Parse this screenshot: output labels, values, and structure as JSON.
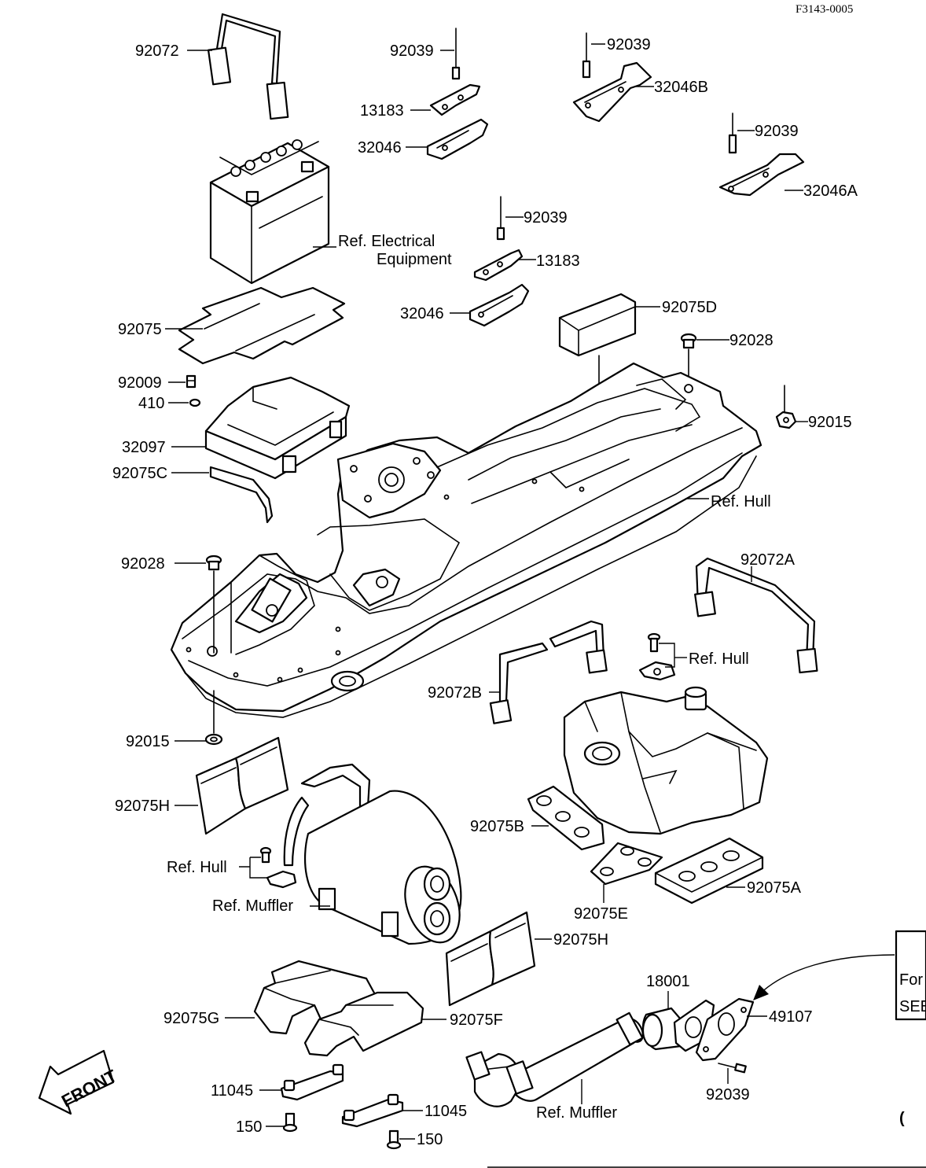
{
  "figure_code": "F3143-0005",
  "front_label": "FRONT",
  "partial_box_text": [
    "For",
    "SEE"
  ],
  "partial_edge_text": "(",
  "labels": {
    "p92072": "92072",
    "p92039_a": "92039",
    "p92039_b": "92039",
    "p92039_c": "92039",
    "p92039_d": "92039",
    "p92039_e": "92039",
    "p13183_a": "13183",
    "p13183_b": "13183",
    "p32046_a": "32046",
    "p32046_b": "32046",
    "p32046B": "32046B",
    "p32046A": "32046A",
    "ref_electrical_1": "Ref. Electrical",
    "ref_electrical_2": "Equipment",
    "p92075": "92075",
    "p92075D": "92075D",
    "p92028_a": "92028",
    "p92028_b": "92028",
    "p92009": "92009",
    "p410": "410",
    "p92015_a": "92015",
    "p92015_b": "92015",
    "p32097": "32097",
    "p92075C": "92075C",
    "ref_hull_a": "Ref. Hull",
    "ref_hull_b": "Ref. Hull",
    "ref_hull_c": "Ref. Hull",
    "p92072A": "92072A",
    "p92072B": "92072B",
    "p92075H_a": "92075H",
    "p92075H_b": "92075H",
    "p92075B": "92075B",
    "p92075A": "92075A",
    "p92075E": "92075E",
    "ref_muffler_a": "Ref. Muffler",
    "ref_muffler_b": "Ref. Muffler",
    "p92075G": "92075G",
    "p92075F": "92075F",
    "p18001": "18001",
    "p49107": "49107",
    "p11045_a": "11045",
    "p11045_b": "11045",
    "p150_a": "150",
    "p150_b": "150"
  }
}
